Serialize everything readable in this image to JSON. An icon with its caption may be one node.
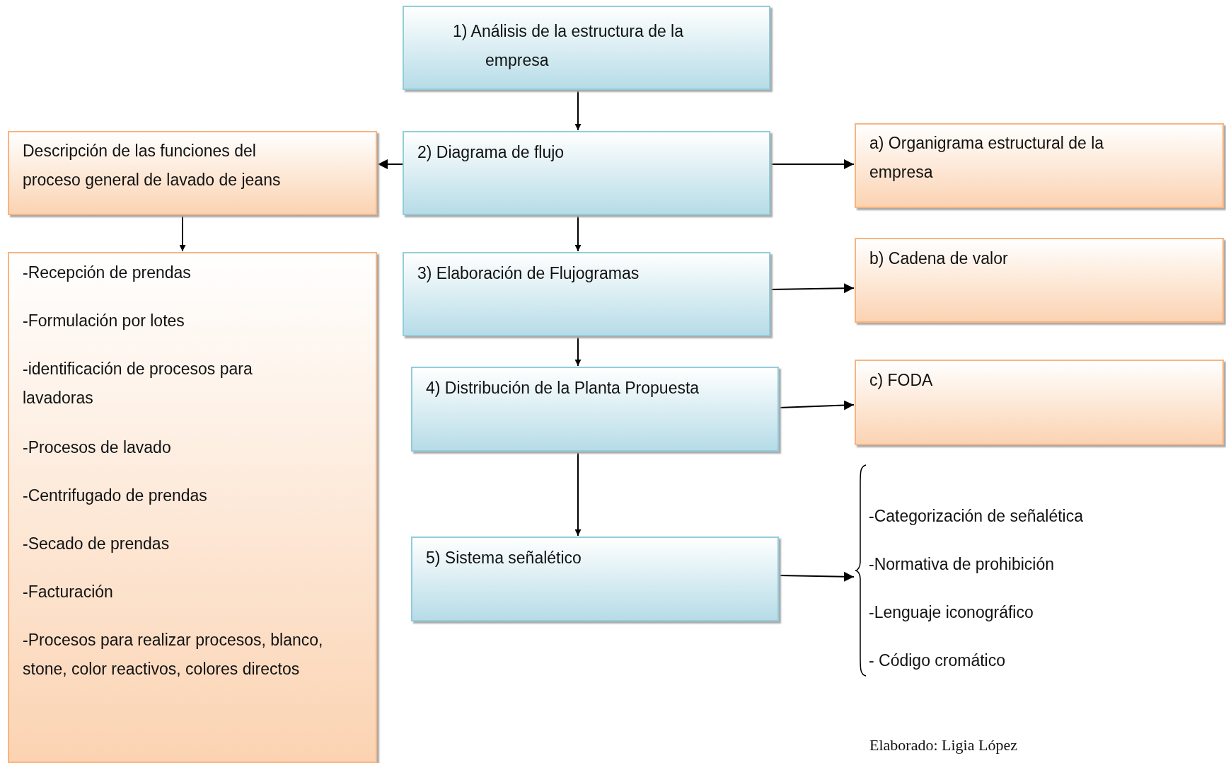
{
  "diagram": {
    "nodes": [
      {
        "text": [
          "1) Análisis de la estructura de la empresa"
        ]
      },
      {
        "text": [
          "Descripción de las funciones del proceso general de lavado de jeans"
        ]
      },
      {
        "text": [
          "2) Diagrama de flujo"
        ]
      },
      {
        "text": [
          "a) Organigrama estructural de la empresa"
        ]
      },
      {
        "text": [
          "-Recepción de prendas",
          "-Formulación por lotes",
          "-identificación de procesos para lavadoras",
          "-Procesos de lavado",
          "-Centrifugado de prendas",
          "-Secado de prendas",
          "-Facturación",
          "-Procesos para realizar procesos, blanco, stone, color reactivos, colores directos"
        ]
      },
      {
        "text": [
          "3) Elaboración de Flujogramas"
        ]
      },
      {
        "text": [
          "b) Cadena de valor"
        ]
      },
      {
        "text": [
          "4) Distribución de la Planta Propuesta"
        ]
      },
      {
        "text": [
          "c) FODA"
        ]
      },
      {
        "text": [
          "5) Sistema señalético"
        ]
      },
      {
        "text": [
          "-Categorización de señalética",
          "-Normativa de prohibición",
          "-Lenguaje iconográfico",
          "- Código cromático"
        ]
      }
    ],
    "edges": [
      {
        "from": 0,
        "to": 2,
        "arrow": "to"
      },
      {
        "from": 2,
        "to": 1,
        "arrow": "to"
      },
      {
        "from": 2,
        "to": 3,
        "arrow": "to"
      },
      {
        "from": 1,
        "to": 4,
        "arrow": "to"
      },
      {
        "from": 2,
        "to": 5,
        "arrow": "to"
      },
      {
        "from": 5,
        "to": 6,
        "arrow": "to"
      },
      {
        "from": 5,
        "to": 7,
        "arrow": "to"
      },
      {
        "from": 7,
        "to": 8,
        "arrow": "to"
      },
      {
        "from": 7,
        "to": 9,
        "arrow": "to"
      },
      {
        "from": 9,
        "to": 10,
        "arrow": "to"
      }
    ],
    "labels": [
      "Elaborado: Ligia López"
    ]
  }
}
